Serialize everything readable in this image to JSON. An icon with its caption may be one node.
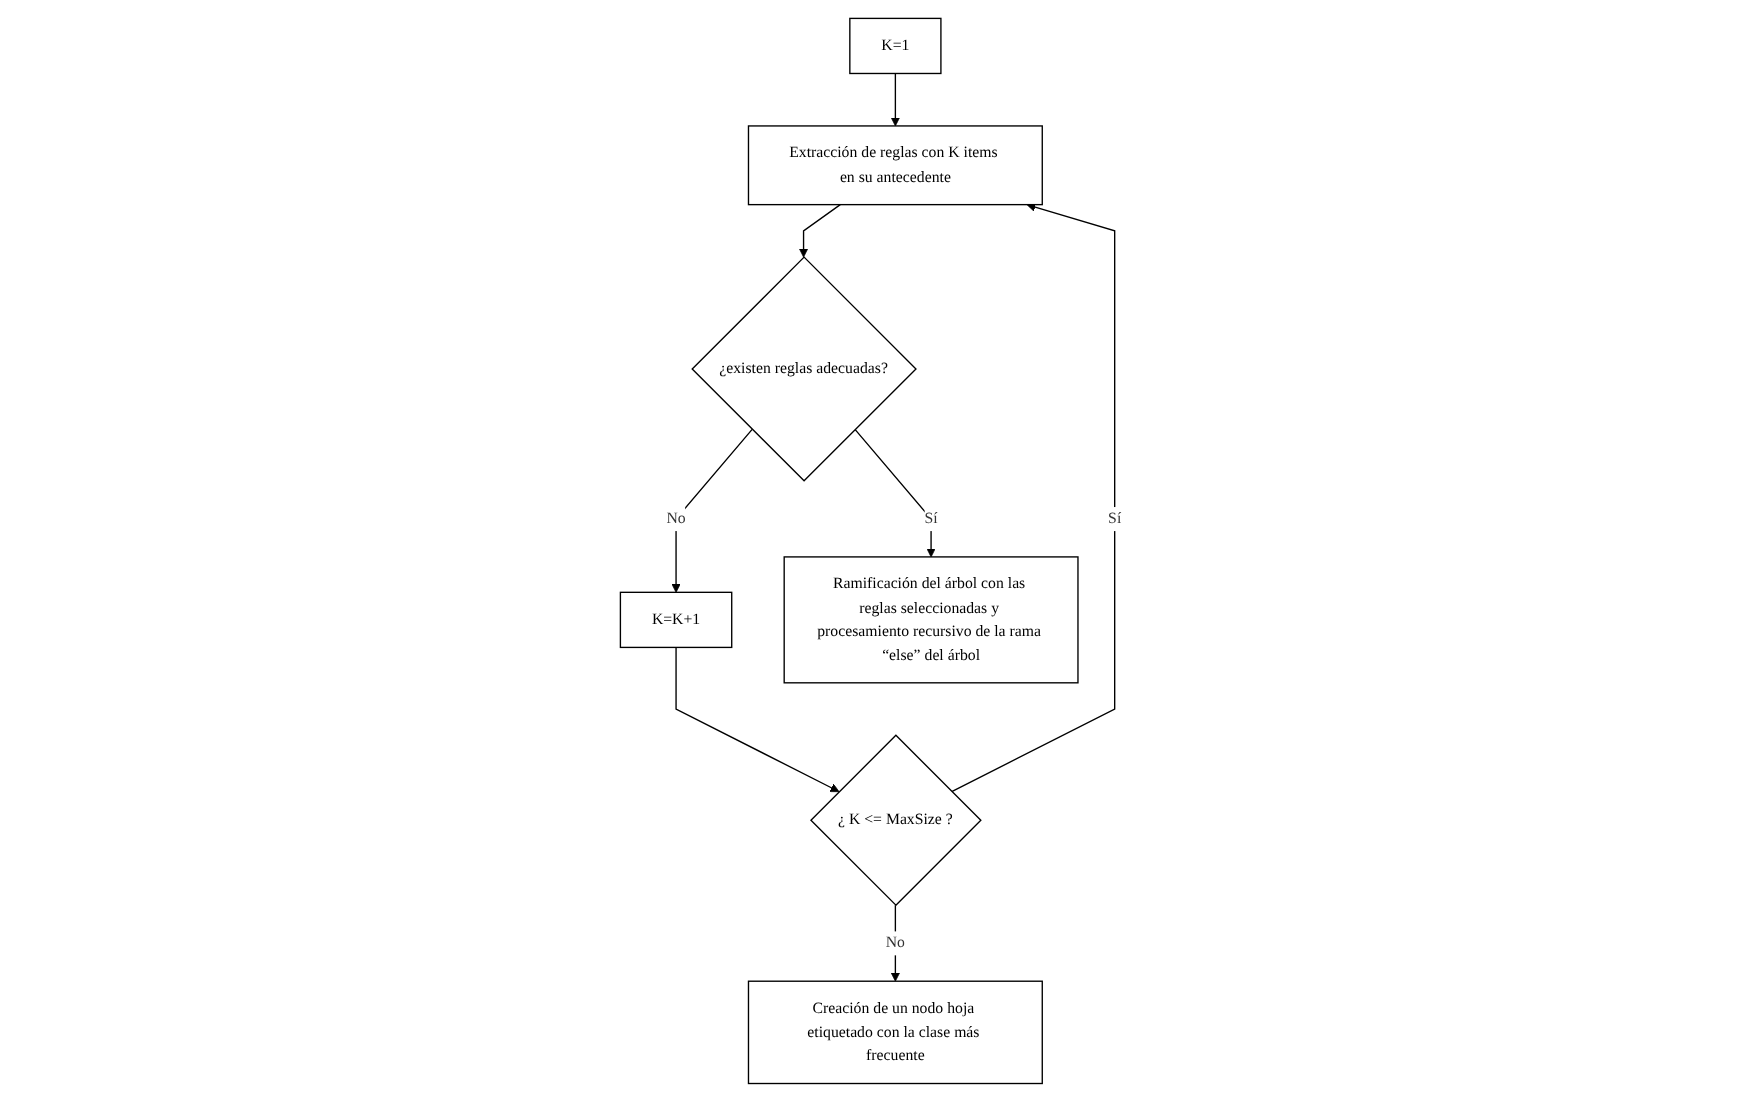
{
  "diagram": {
    "nodes": [
      {
        "text": [
          "K=1"
        ]
      },
      {
        "text": [
          "Extracción de reglas con K items en su antecedente"
        ]
      },
      {
        "text": [
          "¿existen reglas adecuadas?"
        ]
      },
      {
        "text": [
          "K=K+1"
        ]
      },
      {
        "text": [
          "¿ K <= MaxSize ?"
        ]
      },
      {
        "text": [
          "Ramificación del árbol con las reglas seleccionadas y procesamiento recursivo de la rama “else” del árbol"
        ]
      },
      {
        "text": [
          "Creación de un nodo hoja etiquetado con la clase más frecuente"
        ]
      }
    ],
    "edges": [
      {
        "from": 0,
        "to": 1,
        "arrow": "to"
      },
      {
        "from": 1,
        "to": 2,
        "arrow": "to"
      },
      {
        "from": 2,
        "to": 3,
        "arrow": "to",
        "label": "No"
      },
      {
        "from": 3,
        "to": 4,
        "arrow": "to"
      },
      {
        "from": 4,
        "to": 1,
        "arrow": "to",
        "label": "Sí"
      },
      {
        "from": 2,
        "to": 5,
        "arrow": "to",
        "label": "Sí"
      },
      {
        "from": 4,
        "to": 6,
        "arrow": "to",
        "label": "No"
      }
    ]
  }
}
